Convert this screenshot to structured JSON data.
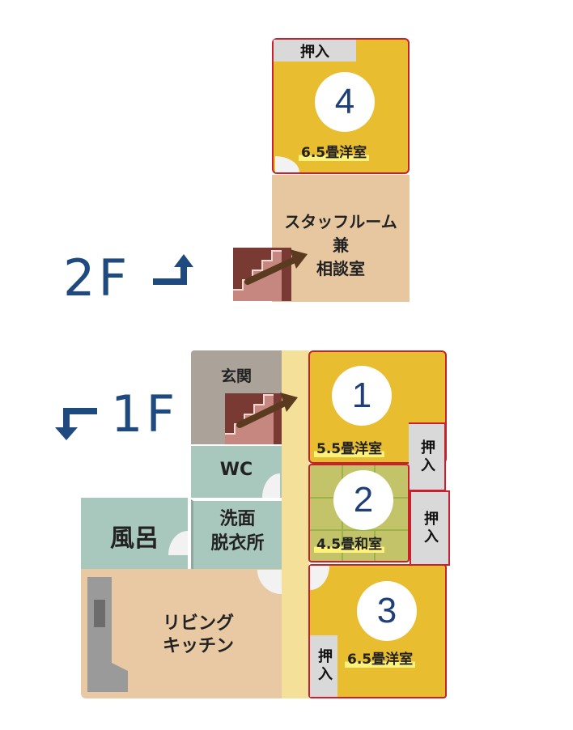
{
  "floor2": {
    "label": "2F",
    "room4": {
      "number": "4",
      "size": "6.5畳洋室",
      "closet": "押入"
    },
    "staff_room": {
      "line1": "スタッフルーム",
      "line2": "兼",
      "line3": "相談室"
    }
  },
  "floor1": {
    "label": "1F",
    "genkan": "玄関",
    "wc": "WC",
    "bath": "風呂",
    "washroom": {
      "line1": "洗面",
      "line2": "脱衣所"
    },
    "living": {
      "line1": "リビング",
      "line2": "キッチン"
    },
    "room1": {
      "number": "1",
      "size": "5.5畳洋室",
      "closet": "押入"
    },
    "room2": {
      "number": "2",
      "size": "4.5畳和室",
      "closet": "押入"
    },
    "room3": {
      "number": "3",
      "size": "6.5畳洋室",
      "closet": "押入"
    }
  },
  "colors": {
    "western_room": "#e8be30",
    "tatami": "#c3c46a",
    "wood_floor": "#e9c9a4",
    "staff_room": "#e6c7a0",
    "genkan": "#aba29a",
    "wet_area": "#a9c8bd",
    "hallway": "#f5e09a",
    "room_border": "#c8202c",
    "closet": "#d9d9d9",
    "number_text": "#1f3f78",
    "stairs": "#a4585a",
    "arrow": "#5a3b1f"
  }
}
